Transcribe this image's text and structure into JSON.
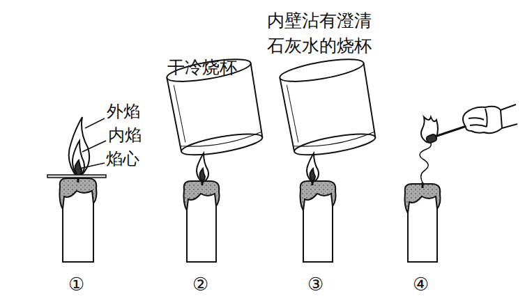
{
  "diagram": {
    "labels": [
      "外焰",
      "内焰",
      "焰心",
      "干冷烧杯",
      "内壁沾有澄清 石灰水的烧杯",
      "①",
      "②",
      "③",
      "④"
    ]
  }
}
